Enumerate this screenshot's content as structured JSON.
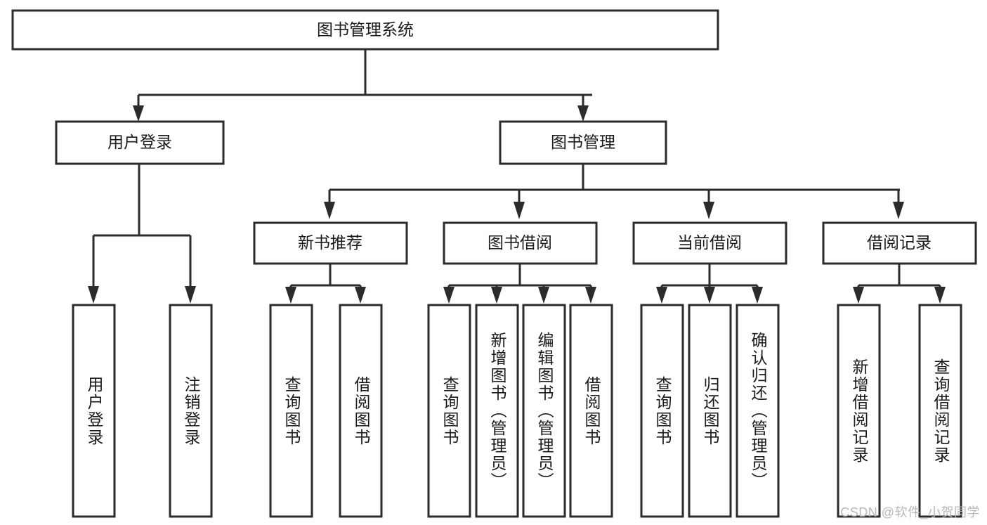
{
  "diagram": {
    "title": "图书管理系统",
    "type": "tree",
    "orientation": "top-down",
    "colors": {
      "box_stroke": "#2b2b2b",
      "box_fill": "#ffffff",
      "connector": "#2b2b2b",
      "text": "#1a1a1a",
      "background": "#ffffff",
      "watermark": "#b8b8b8"
    },
    "levels": {
      "root": {
        "label": "图书管理系统",
        "orientation": "horizontal"
      },
      "level1": [
        {
          "label": "用户登录",
          "orientation": "horizontal"
        },
        {
          "label": "图书管理",
          "orientation": "horizontal"
        }
      ],
      "level2": [
        {
          "label": "新书推荐",
          "orientation": "horizontal",
          "parent": "图书管理"
        },
        {
          "label": "图书借阅",
          "orientation": "horizontal",
          "parent": "图书管理"
        },
        {
          "label": "当前借阅",
          "orientation": "horizontal",
          "parent": "图书管理"
        },
        {
          "label": "借阅记录",
          "orientation": "horizontal",
          "parent": "图书管理"
        }
      ],
      "leaves": [
        {
          "label": "用户登录",
          "orientation": "vertical",
          "parent": "用户登录"
        },
        {
          "label": "注销登录",
          "orientation": "vertical",
          "parent": "用户登录"
        },
        {
          "label": "查询图书",
          "orientation": "vertical",
          "parent": "新书推荐"
        },
        {
          "label": "借阅图书",
          "orientation": "vertical",
          "parent": "新书推荐"
        },
        {
          "label": "查询图书",
          "orientation": "vertical",
          "parent": "图书借阅"
        },
        {
          "label": "新增图书（管理员）",
          "orientation": "vertical",
          "parent": "图书借阅"
        },
        {
          "label": "编辑图书（管理员）",
          "orientation": "vertical",
          "parent": "图书借阅"
        },
        {
          "label": "借阅图书",
          "orientation": "vertical",
          "parent": "图书借阅"
        },
        {
          "label": "查询图书",
          "orientation": "vertical",
          "parent": "当前借阅"
        },
        {
          "label": "归还图书",
          "orientation": "vertical",
          "parent": "当前借阅"
        },
        {
          "label": "确认归还（管理员）",
          "orientation": "vertical",
          "parent": "当前借阅"
        },
        {
          "label": "新增借阅记录",
          "orientation": "vertical",
          "parent": "借阅记录"
        },
        {
          "label": "查询借阅记录",
          "orientation": "vertical",
          "parent": "借阅记录"
        }
      ]
    }
  },
  "watermark": {
    "text": "CSDN @软件_小贺同学"
  }
}
